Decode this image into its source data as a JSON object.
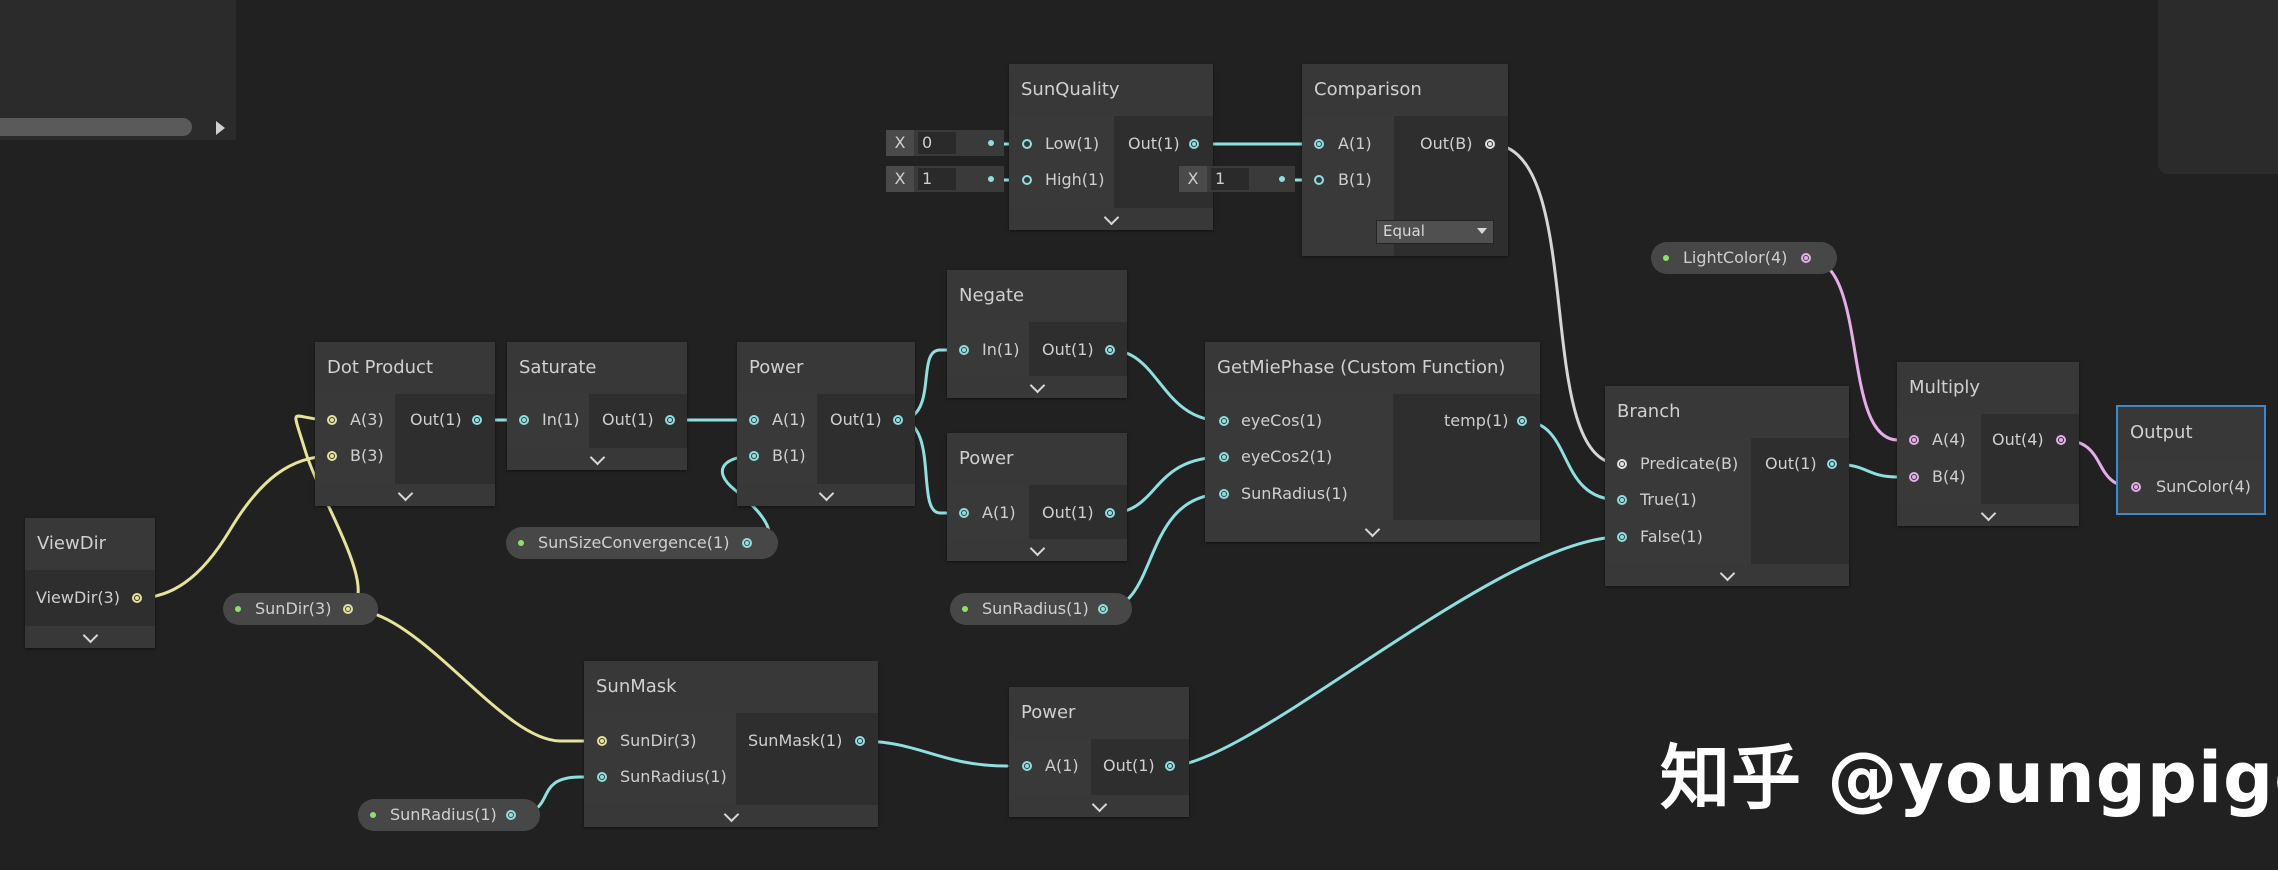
{
  "nodes": {
    "view_dir": {
      "title": "ViewDir",
      "output": "ViewDir(3)"
    },
    "dot_product": {
      "title": "Dot Product",
      "inputs": [
        "A(3)",
        "B(3)"
      ],
      "output": "Out(1)"
    },
    "saturate": {
      "title": "Saturate",
      "input": "In(1)",
      "output": "Out(1)"
    },
    "power1": {
      "title": "Power",
      "inputs": [
        "A(1)",
        "B(1)"
      ],
      "output": "Out(1)"
    },
    "negate": {
      "title": "Negate",
      "input": "In(1)",
      "output": "Out(1)"
    },
    "power2": {
      "title": "Power",
      "input": "A(1)",
      "output": "Out(1)"
    },
    "sun_quality": {
      "title": "SunQuality",
      "inputs": [
        "Low(1)",
        "High(1)"
      ],
      "output": "Out(1)",
      "low_field": {
        "axis": "X",
        "value": "0"
      },
      "high_field": {
        "axis": "X",
        "value": "1"
      }
    },
    "comparison": {
      "title": "Comparison",
      "inputs": [
        "A(1)",
        "B(1)"
      ],
      "output": "Out(B)",
      "b_field": {
        "axis": "X",
        "value": "1"
      },
      "mode": "Equal"
    },
    "mie_phase": {
      "title": "GetMiePhase (Custom Function)",
      "inputs": [
        "eyeCos(1)",
        "eyeCos2(1)",
        "SunRadius(1)"
      ],
      "output": "temp(1)"
    },
    "branch": {
      "title": "Branch",
      "inputs": [
        "Predicate(B)",
        "True(1)",
        "False(1)"
      ],
      "output": "Out(1)"
    },
    "multiply": {
      "title": "Multiply",
      "inputs": [
        "A(4)",
        "B(4)"
      ],
      "output": "Out(4)"
    },
    "output": {
      "title": "Output",
      "input": "SunColor(4)"
    },
    "sun_mask": {
      "title": "SunMask",
      "inputs": [
        "SunDir(3)",
        "SunRadius(1)"
      ],
      "output": "SunMask(1)"
    },
    "power3": {
      "title": "Power",
      "input": "A(1)",
      "output": "Out(1)"
    }
  },
  "properties": {
    "sun_dir": "SunDir(3)",
    "sun_size": "SunSizeConvergence(1)",
    "sun_radius_a": "SunRadius(1)",
    "sun_radius_b": "SunRadius(1)",
    "light_color": "LightColor(4)"
  },
  "watermark": "知乎 @youngpigg",
  "colors": {
    "float1": "#8fdfe0",
    "float3": "#e6e39b",
    "bool": "#e0e0e0",
    "float4": "#e6aee8",
    "background": "#212121"
  }
}
